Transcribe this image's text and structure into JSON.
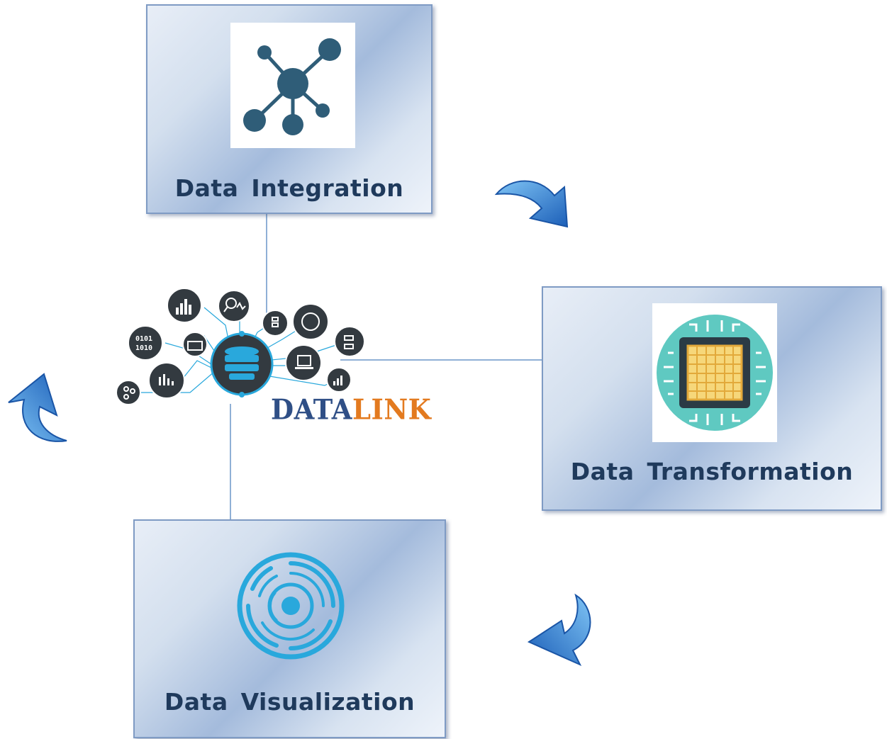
{
  "cards": {
    "integration": {
      "title": "Data Integration",
      "icon": "network-nodes-icon"
    },
    "transformation": {
      "title": "Data Transformation",
      "icon": "cpu-chip-icon"
    },
    "visualization": {
      "title": "Data Visualization",
      "icon": "concentric-target-icon"
    }
  },
  "hub": {
    "logo_part1": "DATA",
    "logo_part2": "LINK",
    "central_icon": "database-icon",
    "satellite_icons": [
      "binary-icon",
      "bar-chart-icon",
      "search-analytics-icon",
      "flowchart-icon",
      "percent-chart-icon",
      "flow-diagram-icon",
      "monitor-icon",
      "laptop-icon",
      "growth-chart-icon",
      "bar-graph-icon",
      "share-icon"
    ]
  },
  "colors": {
    "card_border": "#7f9bc4",
    "title_text": "#1f3a5c",
    "arrow_blue": "#2f73c9",
    "logo_blue": "#2f4f86",
    "logo_orange": "#e37a1f",
    "hub_dark": "#333a40",
    "accent_cyan": "#29a8dc"
  }
}
